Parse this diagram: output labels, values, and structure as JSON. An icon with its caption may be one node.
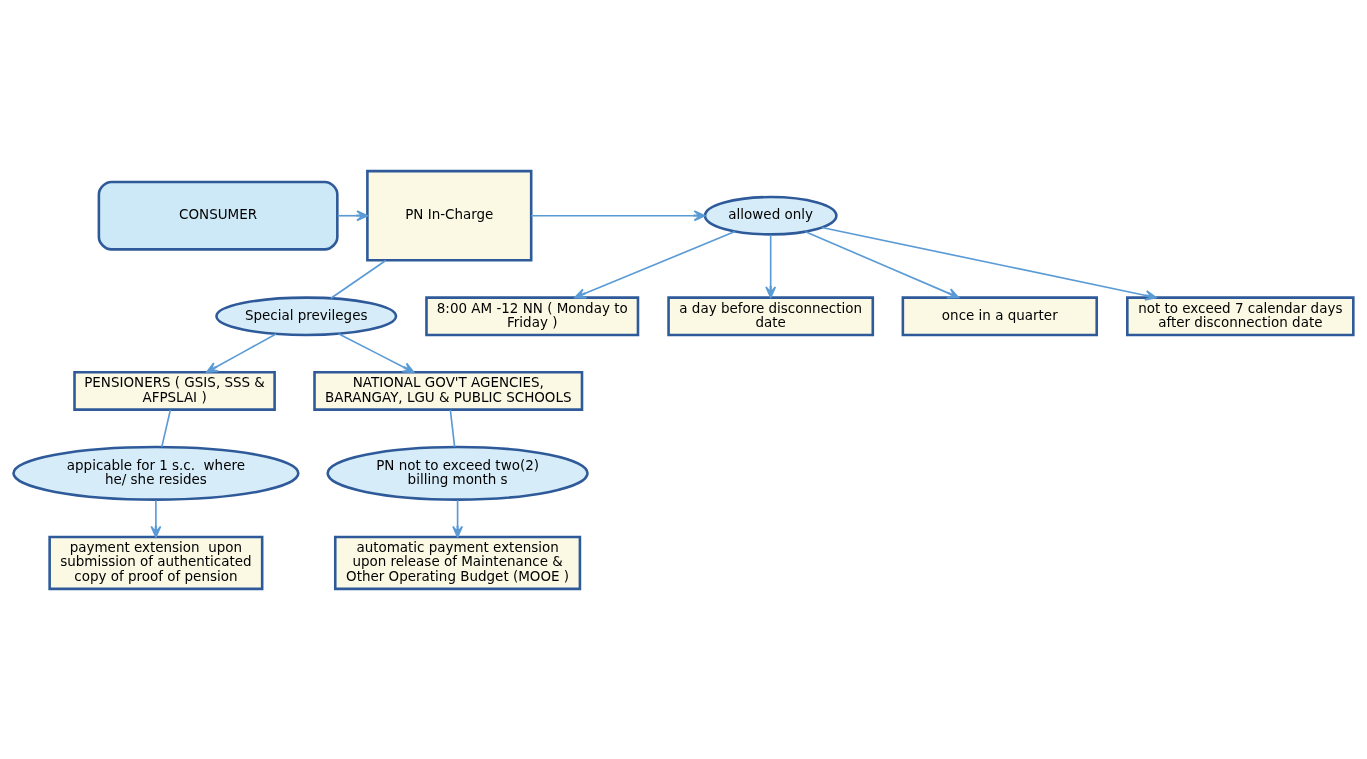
{
  "diagram": {
    "nodes": [
      {
        "text": [
          "CONSUMER"
        ]
      },
      {
        "text": [
          "PN In-Charge"
        ]
      },
      {
        "text": [
          "allowed only"
        ]
      },
      {
        "text": [
          "8:00 AM -12 NN ( Monday to Friday )"
        ]
      },
      {
        "text": [
          "a day before disconnection date"
        ]
      },
      {
        "text": [
          "once in a quarter"
        ]
      },
      {
        "text": [
          "not to exceed 7 calendar days after disconnection date"
        ]
      },
      {
        "text": [
          "Special previleges"
        ]
      },
      {
        "text": [
          "PENSIONERS ( GSIS, SSS & AFPSLAI )"
        ]
      },
      {
        "text": [
          "NATIONAL GOV'T AGENCIES, BARANGAY, LGU & PUBLIC SCHOOLS"
        ]
      },
      {
        "text": [
          "appicable for 1 s.c.  where he/ she resides"
        ]
      },
      {
        "text": [
          "PN not to exceed two(2) billing month s"
        ]
      },
      {
        "text": [
          "payment extension  upon submission of authenticated copy of proof of pension"
        ]
      },
      {
        "text": [
          "automatic payment extension upon release of Maintenance & Other Operating Budget (MOOE )"
        ]
      }
    ],
    "edges": [
      {
        "from": 0,
        "to": 1,
        "arrow": "to"
      },
      {
        "from": 1,
        "to": 2,
        "arrow": "to"
      },
      {
        "from": 2,
        "to": 3,
        "arrow": "to"
      },
      {
        "from": 2,
        "to": 4,
        "arrow": "to"
      },
      {
        "from": 2,
        "to": 5,
        "arrow": "to"
      },
      {
        "from": 2,
        "to": 6,
        "arrow": "to"
      },
      {
        "from": 1,
        "to": 7,
        "arrow": "none"
      },
      {
        "from": 7,
        "to": 8,
        "arrow": "to"
      },
      {
        "from": 7,
        "to": 9,
        "arrow": "to"
      },
      {
        "from": 8,
        "to": 10,
        "arrow": "none"
      },
      {
        "from": 9,
        "to": 11,
        "arrow": "none"
      },
      {
        "from": 10,
        "to": 12,
        "arrow": "to"
      },
      {
        "from": 11,
        "to": 13,
        "arrow": "to"
      }
    ]
  }
}
